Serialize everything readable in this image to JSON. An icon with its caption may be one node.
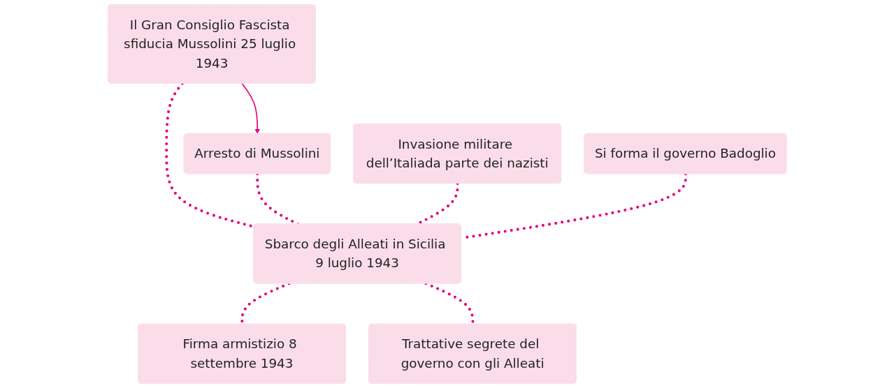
{
  "diagram": {
    "nodes": [
      {
        "text": [
          "Il Gran Consiglio Fascista sfiducia Mussolini 25 luglio 1943"
        ]
      },
      {
        "text": [
          "Arresto di Mussolini"
        ]
      },
      {
        "text": [
          "Invasione militare dell’Italiada parte dei nazisti"
        ]
      },
      {
        "text": [
          "Sbarco degli Alleati in Sicilia 9 luglio 1943"
        ]
      },
      {
        "text": [
          "Si forma il governo Badoglio"
        ]
      },
      {
        "text": [
          "Firma armistizio 8 settembre 1943"
        ]
      },
      {
        "text": [
          "Trattative segrete del governo con gli Alleati"
        ]
      }
    ],
    "edges": [
      {
        "from": 0,
        "to": 3,
        "arrow": "none",
        "style": "dashed"
      },
      {
        "from": 1,
        "to": 3,
        "arrow": "none",
        "style": "dashed"
      },
      {
        "from": 2,
        "to": 3,
        "arrow": "none",
        "style": "dashed"
      },
      {
        "from": 4,
        "to": 3,
        "arrow": "none",
        "style": "dashed"
      },
      {
        "from": 3,
        "to": 5,
        "arrow": "none",
        "style": "dashed"
      },
      {
        "from": 3,
        "to": 6,
        "arrow": "none",
        "style": "dashed"
      },
      {
        "from": 0,
        "to": 1,
        "arrow": "to"
      }
    ]
  }
}
